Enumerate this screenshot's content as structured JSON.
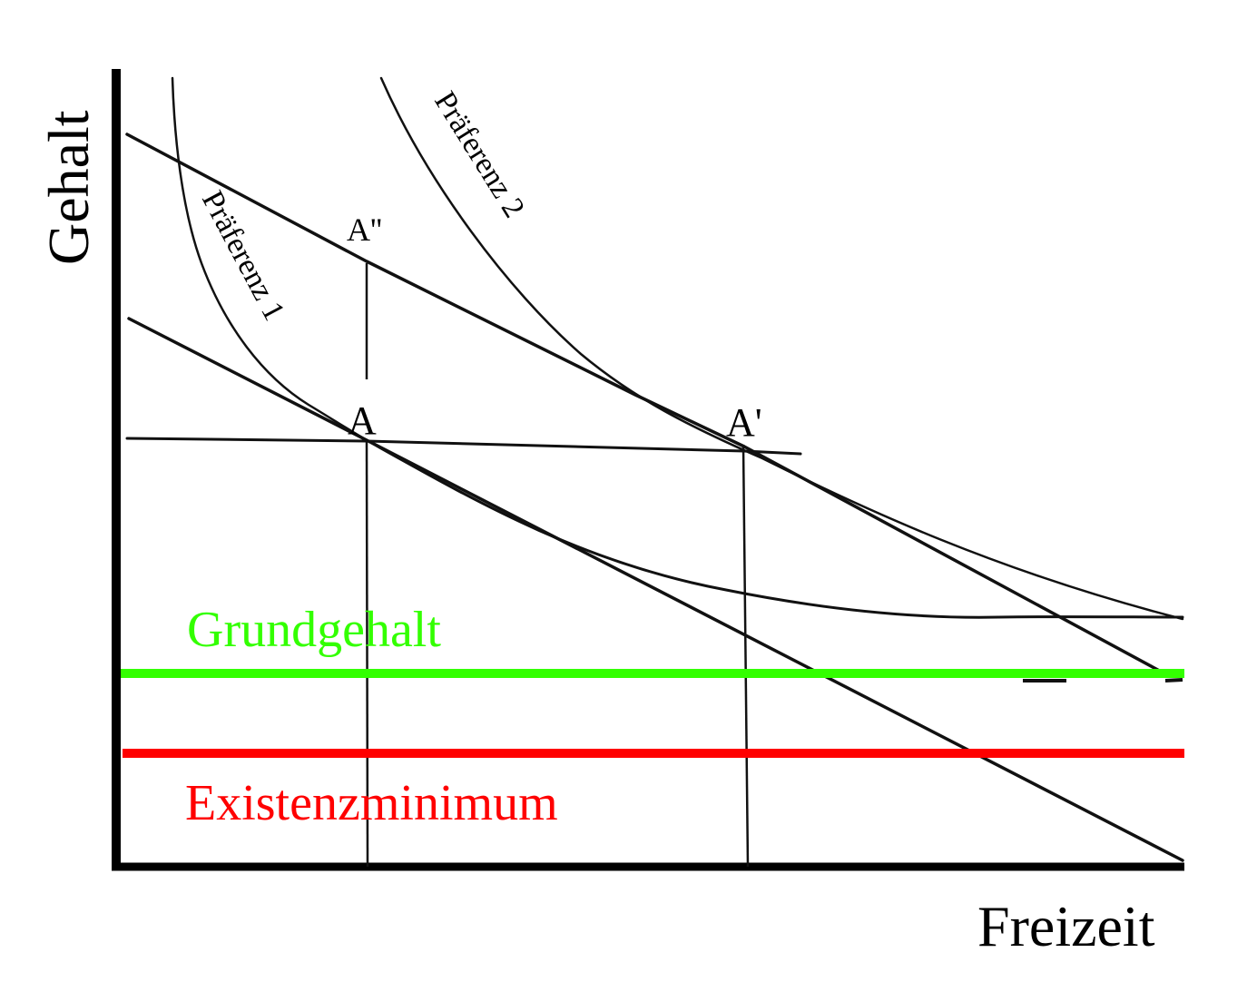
{
  "diagram": {
    "type": "labor-leisure indifference diagram",
    "axes": {
      "y_label": "Gehalt",
      "x_label": "Freizeit"
    },
    "points": {
      "A": "A",
      "A_prime": "A'",
      "A_double_prime": "A''"
    },
    "curves": {
      "preference_1": "Präferenz 1",
      "preference_2": "Präferenz 2"
    },
    "levels": {
      "basic_salary": {
        "label": "Grundgehalt",
        "color": "#33ff00"
      },
      "subsistence_minimum": {
        "label": "Existenzminimum",
        "color": "#ff0000"
      }
    },
    "colors": {
      "ink": "#111111",
      "background": "#ffffff"
    }
  }
}
